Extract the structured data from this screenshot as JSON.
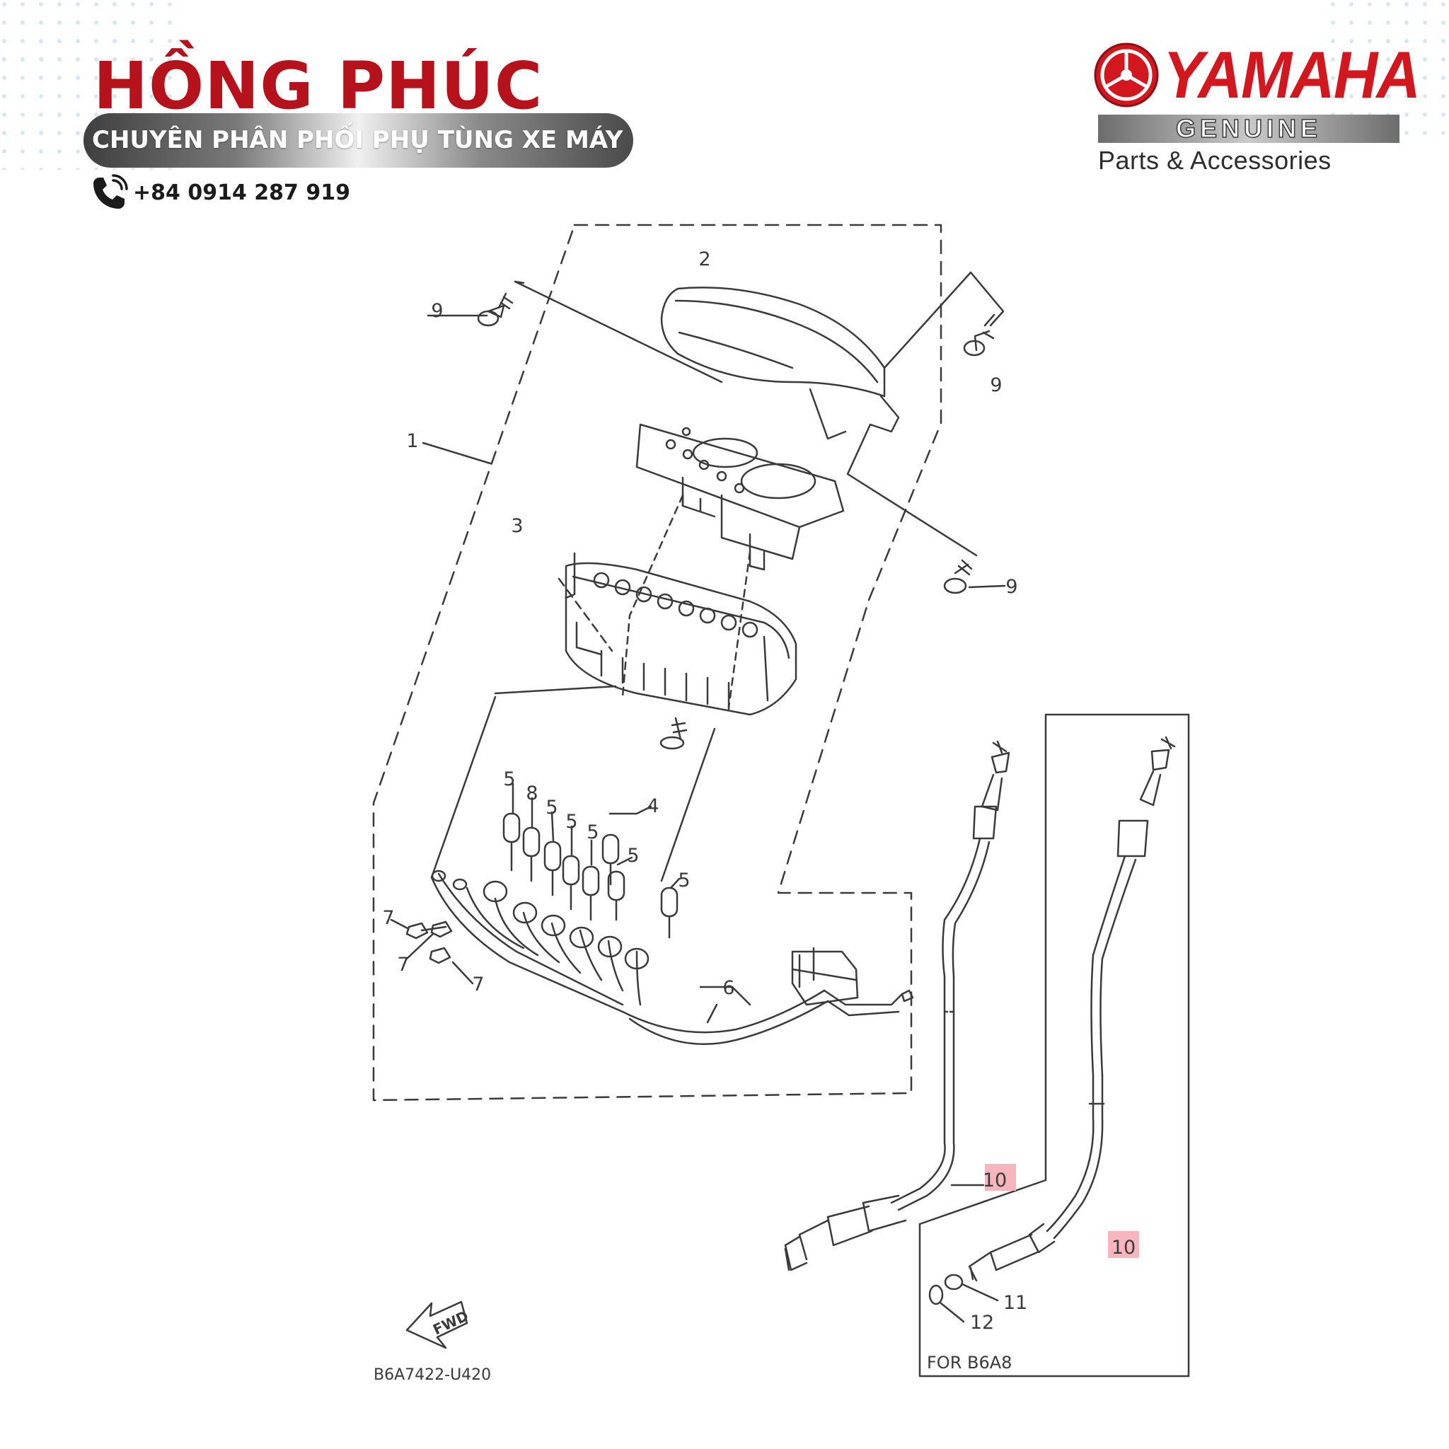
{
  "header": {
    "brand_name": "HỒNG PHÚC",
    "tagline": "CHUYÊN PHÂN PHỐI PHỤ TÙNG XE MÁY",
    "phone": "+84 0914 287 919"
  },
  "logo": {
    "wordmark": "YAMAHA",
    "genuine": "GENUINE",
    "subtitle": "Parts & Accessories"
  },
  "diagram": {
    "callouts": {
      "c1": "1",
      "c2": "2",
      "c3": "3",
      "c4": "4",
      "c5a": "5",
      "c5b": "5",
      "c5c": "5",
      "c5d": "5",
      "c5e": "5",
      "c5f": "5",
      "c6": "6",
      "c7a": "7",
      "c7b": "7",
      "c7c": "7",
      "c8": "8",
      "c9a": "9",
      "c9b": "9",
      "c9c": "9",
      "c10a": "10",
      "c10b": "10",
      "c11": "11",
      "c12": "12"
    },
    "highlighted_callouts": [
      "10"
    ],
    "fwd_label": "FWD",
    "inset_label": "FOR B6A8",
    "code": "B6A7422-U420"
  },
  "colors": {
    "brand_red": "#b5121b",
    "yamaha_red": "#d2171f",
    "highlight": "#f7b6bd",
    "line": "#3a3a3a"
  },
  "icons": {
    "phone": "phone-icon",
    "yamaha": "tuning-fork-emblem-icon",
    "fwd": "fwd-arrow-icon"
  }
}
